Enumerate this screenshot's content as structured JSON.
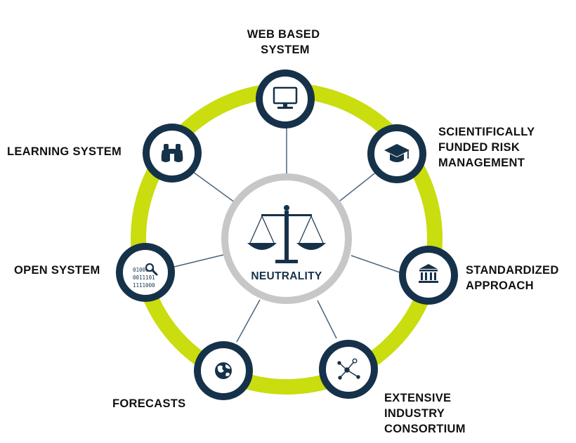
{
  "center": {
    "label": "NEUTRALITY",
    "icon": "scales-of-justice-icon"
  },
  "nodes": [
    {
      "id": "web-based-system",
      "icon": "monitor-icon",
      "label_lines": [
        "WEB BASED",
        "SYSTEM"
      ]
    },
    {
      "id": "scientifically-funded-risk-management",
      "icon": "graduation-cap-icon",
      "label_lines": [
        "SCIENTIFICALLY",
        "FUNDED RISK",
        "MANAGEMENT"
      ]
    },
    {
      "id": "standardized-approach",
      "icon": "institution-building-icon",
      "label_lines": [
        "STANDARDIZED",
        "APPROACH"
      ]
    },
    {
      "id": "extensive-industry-consortium",
      "icon": "network-nodes-icon",
      "label_lines": [
        "EXTENSIVE",
        "INDUSTRY",
        "CONSORTIUM"
      ]
    },
    {
      "id": "forecasts",
      "icon": "globe-icon",
      "label_lines": [
        "FORECASTS"
      ]
    },
    {
      "id": "open-system",
      "icon": "binary-search-icon",
      "label_lines": [
        "OPEN SYSTEM"
      ],
      "icon_text": [
        "0100011",
        "0011101",
        "1111000"
      ]
    },
    {
      "id": "learning-system",
      "icon": "binoculars-icon",
      "label_lines": [
        "LEARNING SYSTEM"
      ]
    }
  ],
  "colors": {
    "outer_ring": "#c9dd0f",
    "node_border": "#16324a",
    "icon": "#16324a",
    "inner_ring": "#c7c7c7",
    "spokes": "#4a6480",
    "text": "#111111"
  }
}
